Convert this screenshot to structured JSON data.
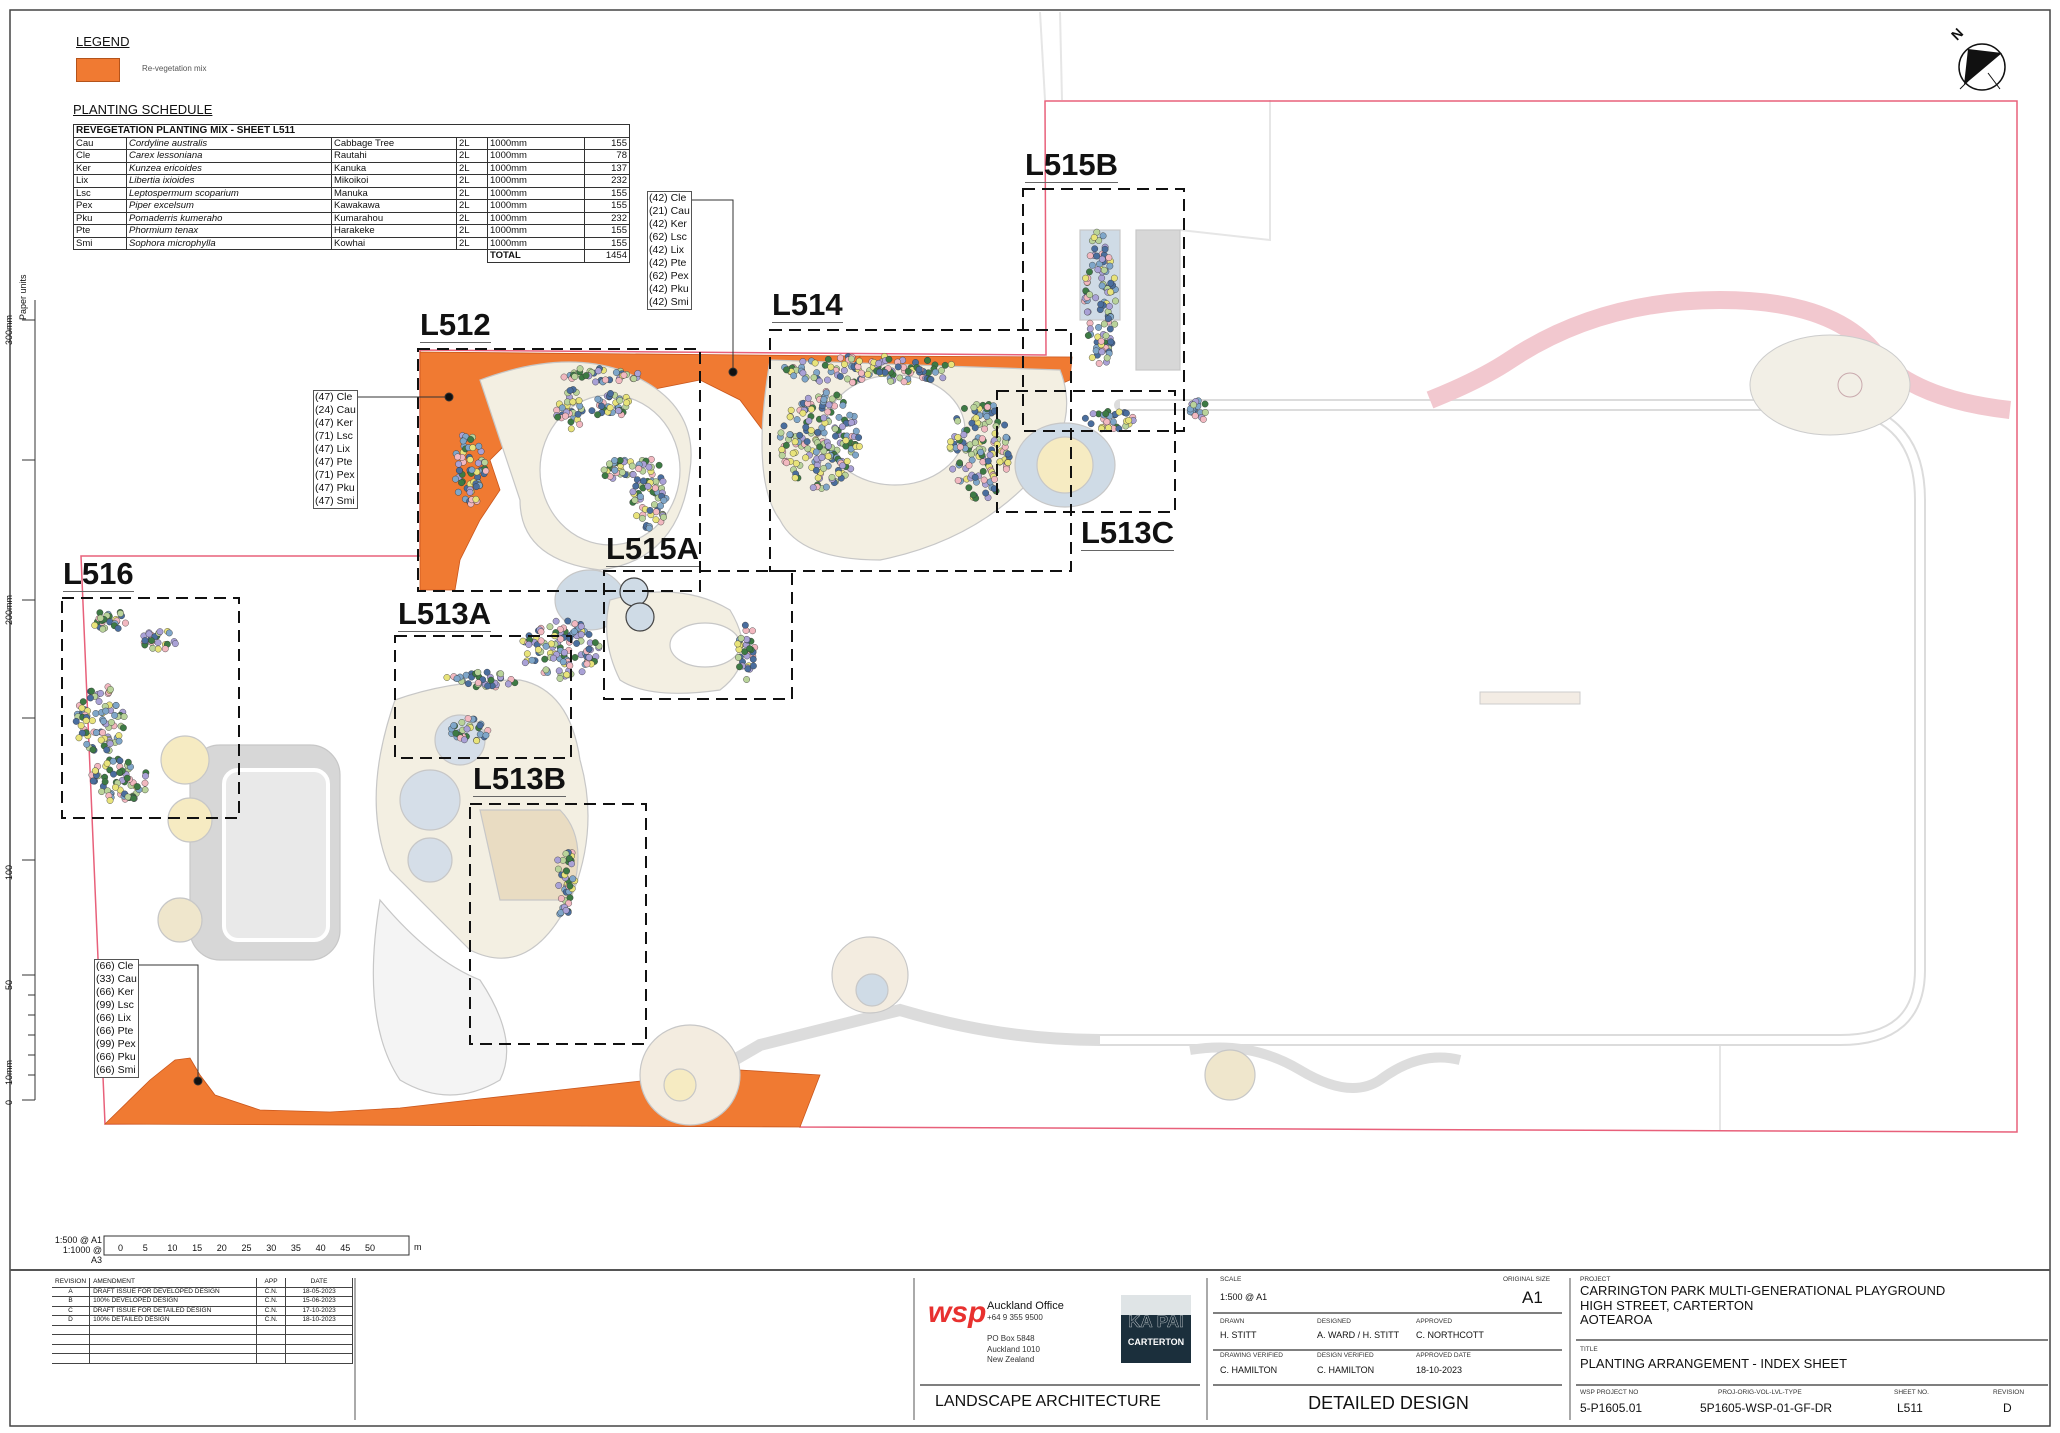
{
  "legend": {
    "title": "LEGEND",
    "items": [
      {
        "label": "Re-vegetation mix",
        "color": "#f07a32"
      }
    ]
  },
  "schedule": {
    "title": "PLANTING SCHEDULE",
    "table_title": "REVEGETATION PLANTING MIX - SHEET L511",
    "rows": [
      {
        "code": "Cau",
        "botanical": "Cordyline australis",
        "common": "Cabbage Tree",
        "size": "2L",
        "spacing": "1000mm",
        "qty": "155"
      },
      {
        "code": "Cle",
        "botanical": "Carex lessoniana",
        "common": "Rautahi",
        "size": "2L",
        "spacing": "1000mm",
        "qty": "78"
      },
      {
        "code": "Ker",
        "botanical": "Kunzea ericoides",
        "common": "Kanuka",
        "size": "2L",
        "spacing": "1000mm",
        "qty": "137"
      },
      {
        "code": "Lix",
        "botanical": "Libertia ixioides",
        "common": "Mikoikoi",
        "size": "2L",
        "spacing": "1000mm",
        "qty": "232"
      },
      {
        "code": "Lsc",
        "botanical": "Leptospermum scoparium",
        "common": "Manuka",
        "size": "2L",
        "spacing": "1000mm",
        "qty": "155"
      },
      {
        "code": "Pex",
        "botanical": "Piper excelsum",
        "common": "Kawakawa",
        "size": "2L",
        "spacing": "1000mm",
        "qty": "155"
      },
      {
        "code": "Pku",
        "botanical": "Pomaderris kumeraho",
        "common": "Kumarahou",
        "size": "2L",
        "spacing": "1000mm",
        "qty": "232"
      },
      {
        "code": "Pte",
        "botanical": "Phormium tenax",
        "common": "Harakeke",
        "size": "2L",
        "spacing": "1000mm",
        "qty": "155"
      },
      {
        "code": "Smi",
        "botanical": "Sophora microphylla",
        "common": "Kowhai",
        "size": "2L",
        "spacing": "1000mm",
        "qty": "155"
      }
    ],
    "total_label": "TOTAL",
    "total": "1454"
  },
  "ruler": {
    "title": "Paper units",
    "labels": [
      "300mm",
      "200mm",
      "100",
      "50",
      "10mm",
      "0"
    ]
  },
  "sheets": [
    "L512",
    "L514",
    "L515B",
    "L513C",
    "L515A",
    "L513A",
    "L513B",
    "L516"
  ],
  "callouts": {
    "l514_mix": [
      "(42) Cle",
      "(21) Cau",
      "(42) Ker",
      "(62) Lsc",
      "(42) Lix",
      "(42) Pte",
      "(62) Pex",
      "(42) Pku",
      "(42) Smi"
    ],
    "l512_mix": [
      "(47) Cle",
      "(24) Cau",
      "(47) Ker",
      "(71) Lsc",
      "(47) Lix",
      "(47) Pte",
      "(71) Pex",
      "(47) Pku",
      "(47) Smi"
    ],
    "south_mix": [
      "(66) Cle",
      "(33) Cau",
      "(66) Ker",
      "(99) Lsc",
      "(66) Lix",
      "(66) Pte",
      "(99) Pex",
      "(66) Pku",
      "(66) Smi"
    ]
  },
  "north_label": "N",
  "scale_bar": {
    "scale_a1": "1:500 @ A1",
    "scale_a3": "1:1000 @ A3",
    "ticks": [
      "0",
      "5",
      "10",
      "15",
      "20",
      "25",
      "30",
      "35",
      "40",
      "45",
      "50"
    ],
    "unit": "m"
  },
  "revisions": {
    "headers": [
      "REVISION",
      "AMENDMENT",
      "APP",
      "DATE"
    ],
    "rows": [
      {
        "rev": "A",
        "amendment": "DRAFT ISSUE FOR DEVELOPED DESIGN",
        "app": "C.N.",
        "date": "18-05-2023"
      },
      {
        "rev": "B",
        "amendment": "100% DEVELOPED DESIGN",
        "app": "C.N.",
        "date": "15-06-2023"
      },
      {
        "rev": "C",
        "amendment": "DRAFT ISSUE FOR DETAILED DESIGN",
        "app": "C.N.",
        "date": "17-10-2023"
      },
      {
        "rev": "D",
        "amendment": "100% DETAILED DESIGN",
        "app": "C.N.",
        "date": "18-10-2023"
      }
    ]
  },
  "title_block": {
    "company_logo": "wsp",
    "office": "Auckland Office",
    "phone": "+64 9 355 9500",
    "address": [
      "PO Box 5848",
      "Auckland 1010",
      "New Zealand"
    ],
    "client_logo": [
      "KA PAI",
      "CARTERTON"
    ],
    "discipline": "LANDSCAPE ARCHITECTURE",
    "scale_label": "SCALE",
    "scale": "1:500 @ A1",
    "original_size_label": "ORIGINAL SIZE",
    "original_size": "A1",
    "drawn_label": "DRAWN",
    "drawn": "H. STITT",
    "designed_label": "DESIGNED",
    "designed": "A. WARD / H. STITT",
    "approved_label": "APPROVED",
    "approved": "C. NORTHCOTT",
    "drawing_verified_label": "DRAWING VERIFIED",
    "drawing_verified": "C. HAMILTON",
    "design_verified_label": "DESIGN VERIFIED",
    "design_verified": "C. HAMILTON",
    "approved_date_label": "APPROVED DATE",
    "approved_date": "18-10-2023",
    "stage": "DETAILED DESIGN",
    "project_label": "PROJECT",
    "project": [
      "CARRINGTON PARK MULTI-GENERATIONAL PLAYGROUND",
      "HIGH STREET, CARTERTON",
      "AOTEAROA"
    ],
    "title_label": "TITLE",
    "title": "PLANTING ARRANGEMENT - INDEX SHEET",
    "project_no_label": "WSP PROJECT NO",
    "project_no": "5-P1605.01",
    "doc_code_label": "PROJ-ORIG-VOL-LVL-TYPE",
    "doc_code": "5P1605-WSP-01-GF-DR",
    "sheet_no_label": "SHEET NO.",
    "sheet_no": "L511",
    "revision_label": "REVISION",
    "revision": "D"
  },
  "colors": {
    "revegetation": "#f07a32",
    "boundary": "#e8607a",
    "path": "#d9d9d9",
    "surface": "#f3efe2",
    "planting_pink": "#f2d0d4",
    "water": "#cfdbe6",
    "sand": "#f6ebc2"
  }
}
